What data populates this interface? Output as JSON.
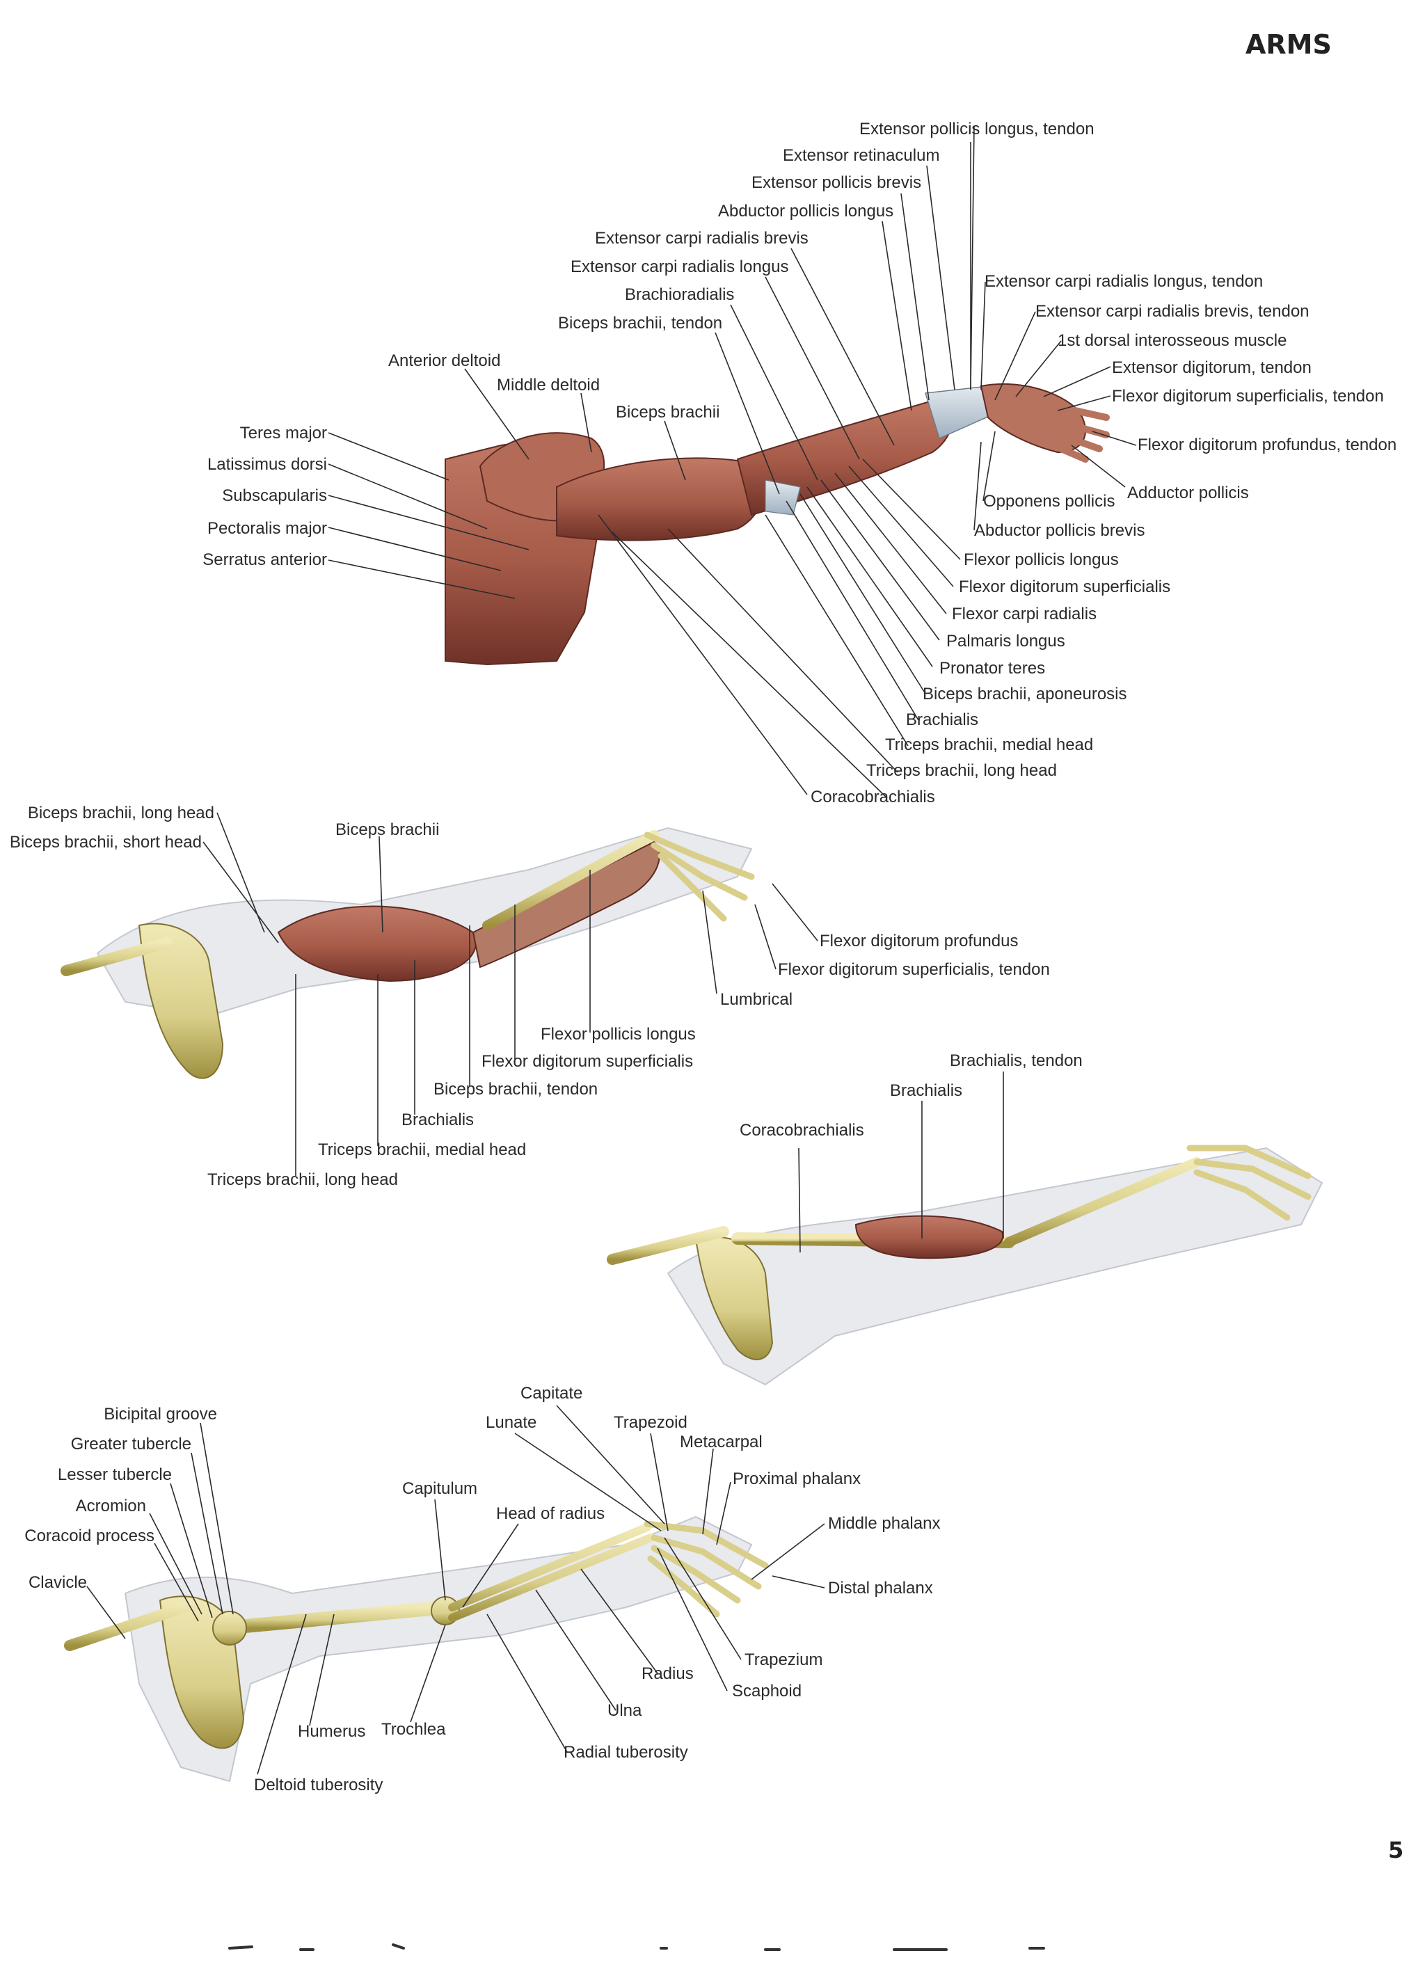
{
  "heading": "ARMS",
  "page_number": "5",
  "figure1": {
    "labels_left": [
      "Teres major",
      "Latissimus dorsi",
      "Subscapularis",
      "Pectoralis major",
      "Serratus anterior"
    ],
    "labels_top": [
      "Anterior deltoid",
      "Middle deltoid",
      "Biceps brachii",
      "Biceps brachii, tendon",
      "Brachioradialis",
      "Extensor carpi radialis longus",
      "Extensor carpi radialis brevis",
      "Abductor pollicis longus",
      "Extensor pollicis brevis",
      "Extensor retinaculum",
      "Extensor pollicis longus, tendon"
    ],
    "labels_right": [
      "Extensor carpi radialis longus, tendon",
      "Extensor carpi radialis brevis, tendon",
      "1st dorsal interosseous muscle",
      "Extensor digitorum, tendon",
      "Flexor digitorum superficialis, tendon",
      "Flexor digitorum profundus, tendon",
      "Adductor pollicis",
      "Opponens pollicis",
      "Abductor pollicis brevis",
      "Flexor pollicis longus",
      "Flexor digitorum superficialis",
      "Flexor carpi radialis",
      "Palmaris longus",
      "Pronator teres",
      "Biceps brachii, aponeurosis",
      "Brachialis",
      "Triceps brachii, medial head",
      "Triceps brachii, long head",
      "Coracobrachialis"
    ]
  },
  "figure2": {
    "labels": [
      "Biceps brachii, long head",
      "Biceps brachii, short head",
      "Biceps brachii",
      "Flexor digitorum profundus",
      "Flexor digitorum superficialis, tendon",
      "Lumbrical",
      "Flexor pollicis longus",
      "Flexor digitorum superficialis",
      "Biceps brachii, tendon",
      "Brachialis",
      "Triceps brachii, medial head",
      "Triceps brachii, long head"
    ]
  },
  "figure3": {
    "labels": [
      "Brachialis, tendon",
      "Brachialis",
      "Coracobrachialis"
    ]
  },
  "figure4": {
    "labels": [
      "Bicipital groove",
      "Greater tubercle",
      "Lesser tubercle",
      "Acromion",
      "Coracoid process",
      "Clavicle",
      "Capitate",
      "Lunate",
      "Trapezoid",
      "Metacarpal",
      "Proximal phalanx",
      "Middle phalanx",
      "Distal phalanx",
      "Capitulum",
      "Head of radius",
      "Trapezium",
      "Scaphoid",
      "Radius",
      "Ulna",
      "Radial tuberosity",
      "Humerus",
      "Trochlea",
      "Deltoid tuberosity"
    ]
  },
  "colors": {
    "muscle": "#a65a48",
    "muscle_dark": "#7d3a2e",
    "tendon": "#c9d3dc",
    "bone": "#d9cf8a",
    "bone_dark": "#a99b4e",
    "skin": "#e8eaee",
    "marker": "#d8303a"
  }
}
